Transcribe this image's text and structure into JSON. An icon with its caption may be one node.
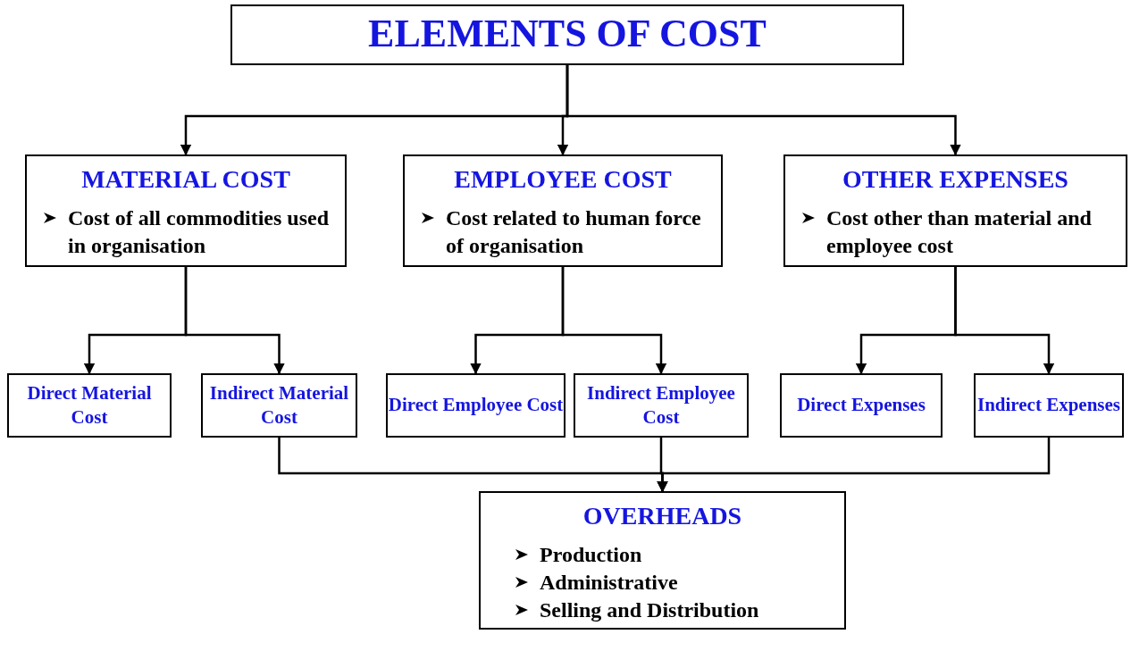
{
  "diagram": {
    "nodes": [
      {
        "text": [
          "ELEMENTS OF COST"
        ]
      },
      {
        "text": [
          "MATERIAL COST",
          "Cost of all commodities used in organisation"
        ]
      },
      {
        "text": [
          "EMPLOYEE COST",
          "Cost related to human force of organisation"
        ]
      },
      {
        "text": [
          "OTHER EXPENSES",
          "Cost other than material and employee cost"
        ]
      },
      {
        "text": [
          "Direct Material Cost"
        ]
      },
      {
        "text": [
          "Indirect Material Cost"
        ]
      },
      {
        "text": [
          "Direct Employee Cost"
        ]
      },
      {
        "text": [
          "Indirect Employee Cost"
        ]
      },
      {
        "text": [
          "Direct Expenses"
        ]
      },
      {
        "text": [
          "Indirect Expenses"
        ]
      },
      {
        "text": [
          "OVERHEADS",
          "Production",
          "Administrative",
          "Selling and Distribution"
        ]
      }
    ],
    "edges": [
      {
        "from": 0,
        "to": 1,
        "arrow": "to"
      },
      {
        "from": 0,
        "to": 2,
        "arrow": "to"
      },
      {
        "from": 0,
        "to": 3,
        "arrow": "to"
      },
      {
        "from": 1,
        "to": 4,
        "arrow": "to"
      },
      {
        "from": 1,
        "to": 5,
        "arrow": "to"
      },
      {
        "from": 2,
        "to": 6,
        "arrow": "to"
      },
      {
        "from": 2,
        "to": 7,
        "arrow": "to"
      },
      {
        "from": 3,
        "to": 8,
        "arrow": "to"
      },
      {
        "from": 3,
        "to": 9,
        "arrow": "to"
      },
      {
        "from": 5,
        "to": 10,
        "arrow": "to"
      },
      {
        "from": 7,
        "to": 10,
        "arrow": "to"
      },
      {
        "from": 9,
        "to": 10,
        "arrow": "to"
      }
    ]
  }
}
